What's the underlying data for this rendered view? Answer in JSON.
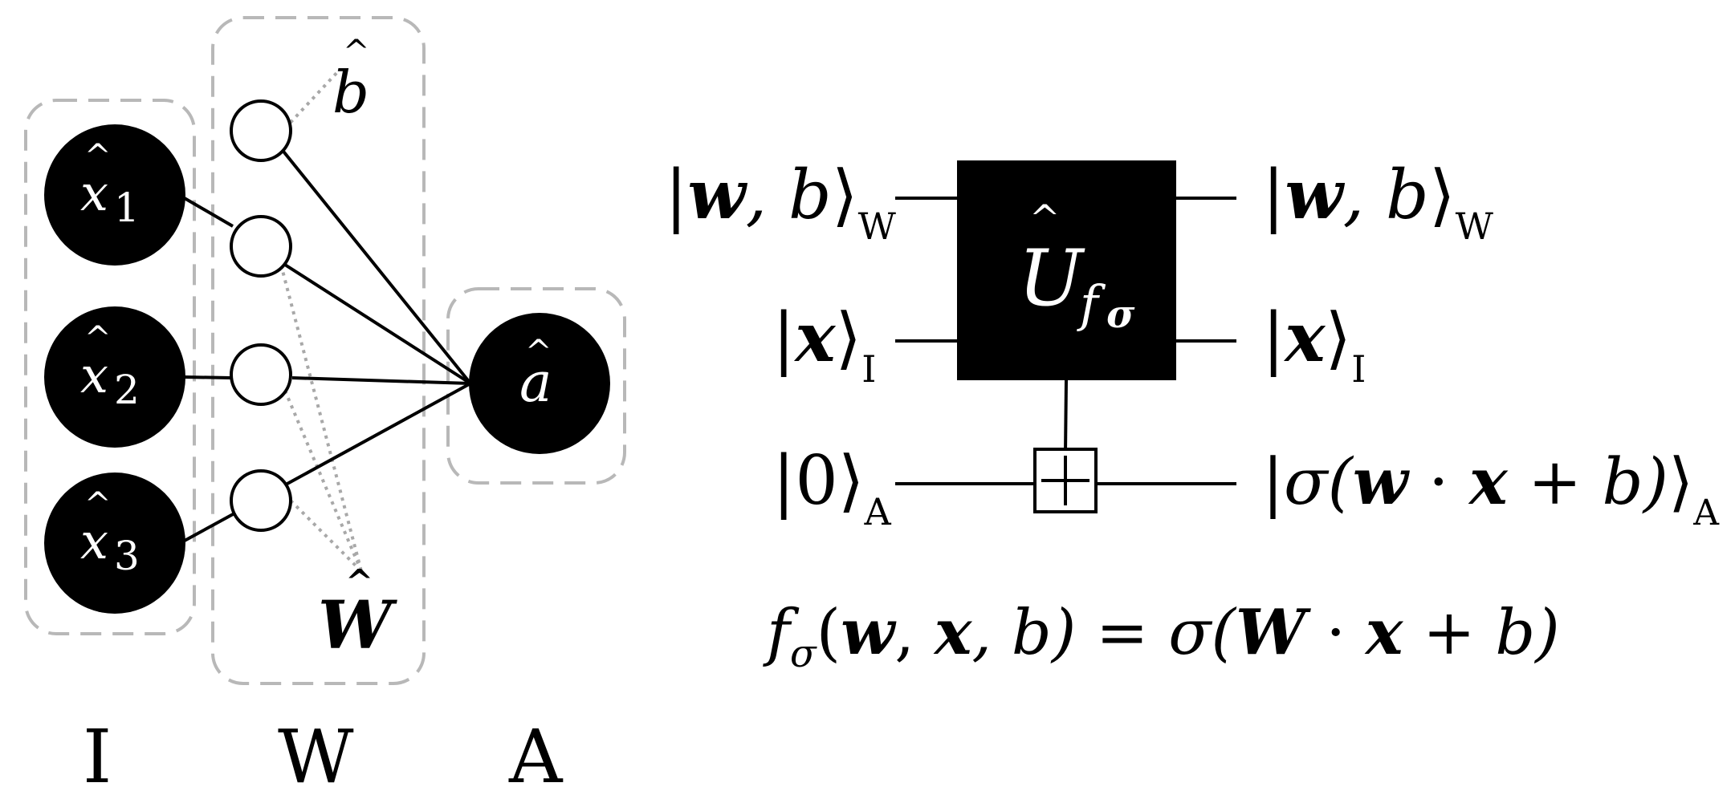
{
  "network": {
    "input_nodes": [
      {
        "base": "x",
        "sub": "1"
      },
      {
        "base": "x",
        "sub": "2"
      },
      {
        "base": "x",
        "sub": "3"
      }
    ],
    "bias_label": "b",
    "weight_label": "W",
    "output_label": "a",
    "register_labels": {
      "input": "I",
      "weights": "W",
      "ancilla": "A"
    }
  },
  "circuit": {
    "gate": {
      "base": "U",
      "sub": "f",
      "subsub": "σ"
    },
    "inputs": [
      {
        "bold": "w",
        "rest": ", b",
        "sub": "W"
      },
      {
        "bold": "x",
        "rest": "",
        "sub": "I"
      },
      {
        "plain": "0",
        "sub": "A"
      }
    ],
    "outputs": [
      {
        "bold": "w",
        "rest": ", b",
        "sub": "W"
      },
      {
        "bold": "x",
        "rest": "",
        "sub": "I"
      },
      {
        "pre": "σ(",
        "bold1": "w",
        "mid": " · ",
        "bold2": "x",
        "post": " + b)",
        "sub": "A"
      }
    ],
    "equation": {
      "lhs_f": "f",
      "lhs_sub": "σ",
      "lhs_args_open": "(",
      "arg_w": "w",
      "comma1": ", ",
      "arg_x": "x",
      "comma2": ", b)",
      "eq": " = σ(",
      "W": "W",
      "dot": " · ",
      "x": "x",
      "tail": " + b)"
    }
  }
}
